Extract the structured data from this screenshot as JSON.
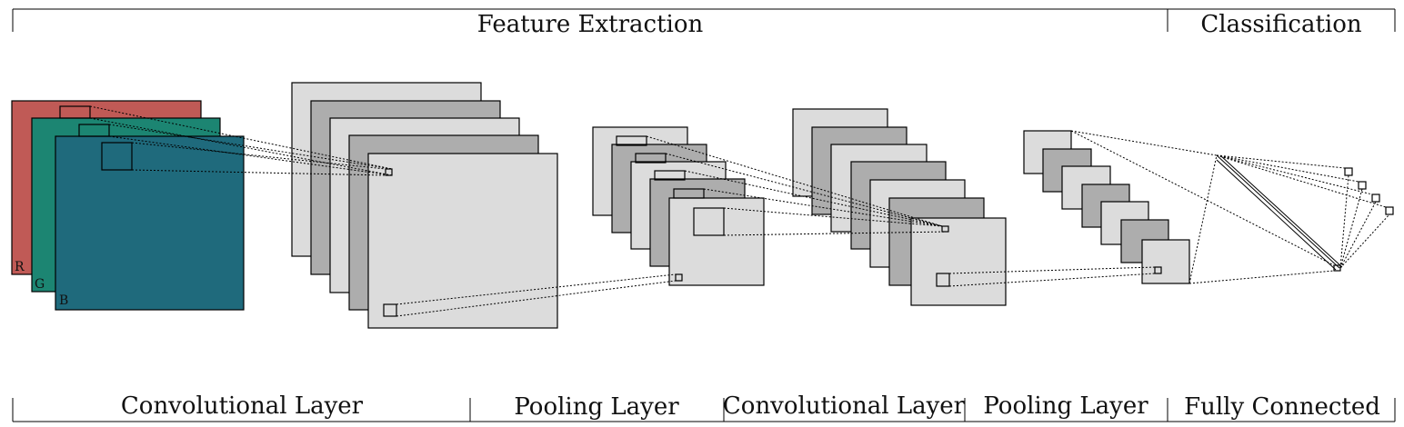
{
  "header": {
    "feature_extraction": "Feature Extraction",
    "classification": "Classification"
  },
  "footer": {
    "stage_1": "Convolutional Layer",
    "stage_2": "Pooling Layer",
    "stage_3": "Convolutional Layer",
    "stage_4": "Pooling Layer",
    "stage_5": "Fully Connected"
  },
  "input_image": {
    "channels": [
      {
        "label": "R",
        "color": "#c05a56"
      },
      {
        "label": "G",
        "color": "#1c8572"
      },
      {
        "label": "B",
        "color": "#1f6a7c"
      }
    ]
  },
  "colors": {
    "map_light": "#dcdcdc",
    "map_dark": "#adadad",
    "line": "#000000"
  }
}
